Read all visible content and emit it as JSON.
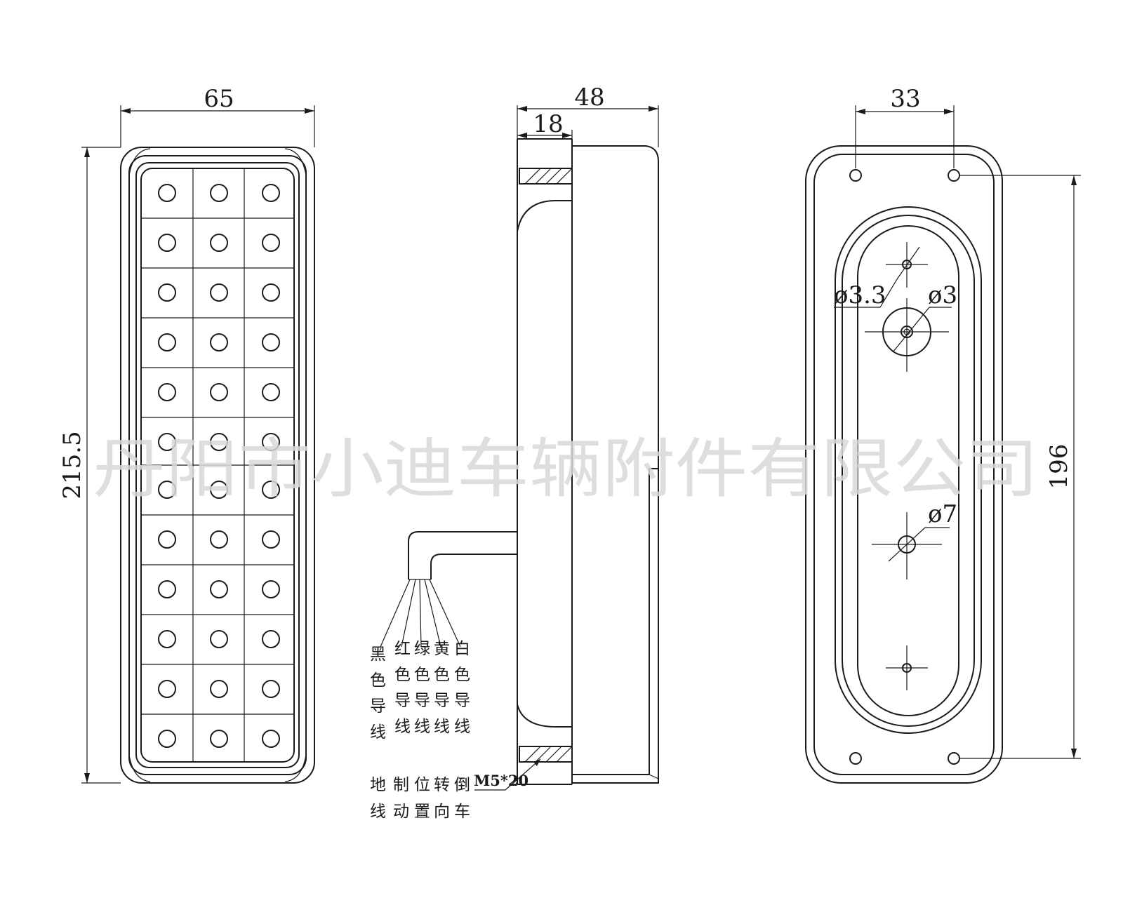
{
  "dimensions": {
    "front_width": "65",
    "front_height": "215.5",
    "side_depth": "48",
    "side_flange": "18",
    "back_hole_spacing": "33",
    "back_height": "196",
    "hole_small": "ø3.3",
    "hole_center": "ø3",
    "hole_large": "ø7",
    "bolt": "M5*20"
  },
  "wires": [
    {
      "color": [
        "黑",
        "色",
        "导",
        "线"
      ],
      "function": [
        "地",
        "线"
      ]
    },
    {
      "color": [
        "红",
        "色",
        "导",
        "线"
      ],
      "function": [
        "制",
        "动"
      ]
    },
    {
      "color": [
        "绿",
        "色",
        "导",
        "线"
      ],
      "function": [
        "位",
        "置"
      ]
    },
    {
      "color": [
        "黄",
        "色",
        "导",
        "线"
      ],
      "function": [
        "转",
        "向"
      ]
    },
    {
      "color": [
        "白",
        "色",
        "导",
        "线"
      ],
      "function": [
        "倒",
        "车"
      ]
    }
  ],
  "watermark": "丹阳市小迪车辆附件有限公司"
}
